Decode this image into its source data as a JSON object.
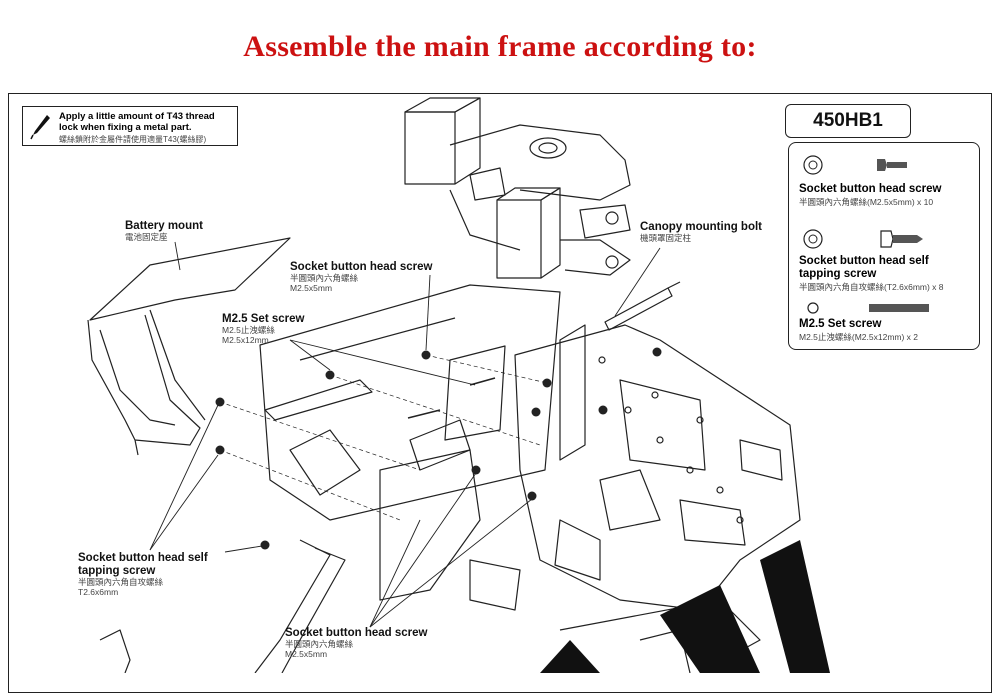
{
  "page": {
    "title": "Assemble the main frame according to:"
  },
  "tip": {
    "line1": "Apply a little amount of T43 thread",
    "line2": "lock when fixing a metal part.",
    "zh": "螺絲鎖附於金屬件請使用適量T43(螺絲膠)",
    "icon": "pen-icon"
  },
  "kit": {
    "code": "450HB1",
    "items": [
      {
        "name": "Socket button head screw",
        "zh": "半圓頭內六角螺絲(M2.5x5mm) x 10"
      },
      {
        "name": "Socket button head self",
        "name2": "tapping screw",
        "zh": "半圓頭內六角自攻螺絲(T2.6x6mm) x 8"
      },
      {
        "name": "M2.5 Set screw",
        "zh": "M2.5止洩螺絲(M2.5x12mm) x 2"
      }
    ]
  },
  "callouts": {
    "battery": {
      "en": "Battery mount",
      "zh": "電池固定座"
    },
    "canopy": {
      "en": "Canopy mounting bolt",
      "zh": "機頭罩固定柱"
    },
    "socket_top": {
      "en": "Socket button head screw",
      "zh": "半圓頭內六角螺絲",
      "spec": "M2.5x5mm"
    },
    "setscrew": {
      "en": "M2.5 Set screw",
      "zh": "M2.5止洩螺絲",
      "spec": "M2.5x12mm"
    },
    "self_tap": {
      "en": "Socket button head self",
      "en2": "tapping screw",
      "zh": "半圓頭內六角自攻螺絲",
      "spec": "T2.6x6mm"
    },
    "socket_bottom": {
      "en": "Socket button head screw",
      "zh": "半圓頭內六角螺絲",
      "spec": "M2.5x5mm"
    }
  },
  "colors": {
    "title": "#cc1111",
    "line": "#222222"
  }
}
